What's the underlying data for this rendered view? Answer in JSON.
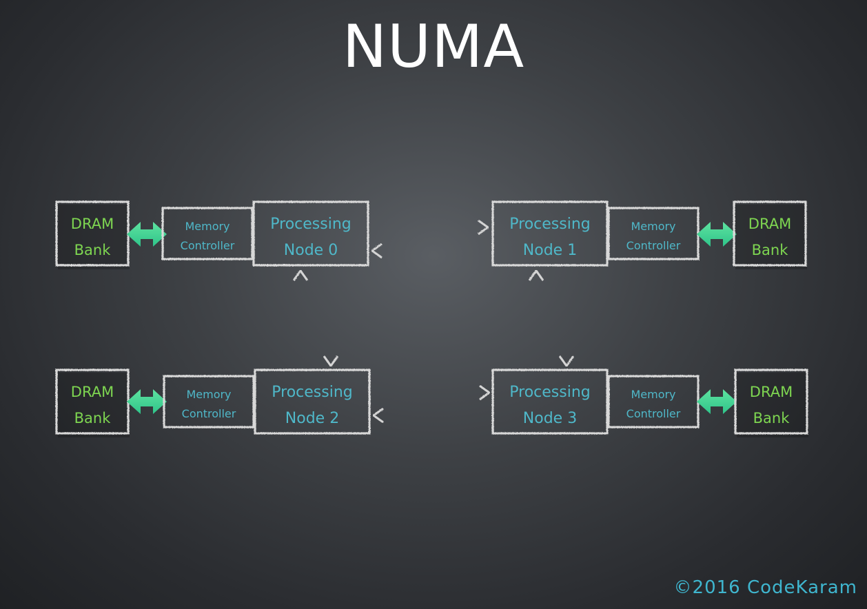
{
  "title": "NUMA",
  "copyright": "©2016 CodeKaram",
  "colors": {
    "dram_text": "#7ed651",
    "node_text": "#4fb8c9",
    "chalk": "#d8d8d8",
    "link_arrow": "#3fd08f"
  },
  "nodes": [
    {
      "id": "node0",
      "dram": [
        "DRAM",
        "Bank"
      ],
      "controller": [
        "Memory",
        "Controller"
      ],
      "processor": [
        "Processing",
        "Node 0"
      ]
    },
    {
      "id": "node1",
      "dram": [
        "DRAM",
        "Bank"
      ],
      "controller": [
        "Memory",
        "Controller"
      ],
      "processor": [
        "Processing",
        "Node 1"
      ]
    },
    {
      "id": "node2",
      "dram": [
        "DRAM",
        "Bank"
      ],
      "controller": [
        "Memory",
        "Controller"
      ],
      "processor": [
        "Processing",
        "Node 2"
      ]
    },
    {
      "id": "node3",
      "dram": [
        "DRAM",
        "Bank"
      ],
      "controller": [
        "Memory",
        "Controller"
      ],
      "processor": [
        "Processing",
        "Node 3"
      ]
    }
  ],
  "interconnects": [
    {
      "from": "node0",
      "to": "node1"
    },
    {
      "from": "node1",
      "to": "node0"
    },
    {
      "from": "node2",
      "to": "node3"
    },
    {
      "from": "node3",
      "to": "node2"
    },
    {
      "from": "node0",
      "to": "node2"
    },
    {
      "from": "node2",
      "to": "node0"
    },
    {
      "from": "node1",
      "to": "node3"
    },
    {
      "from": "node3",
      "to": "node1"
    }
  ]
}
